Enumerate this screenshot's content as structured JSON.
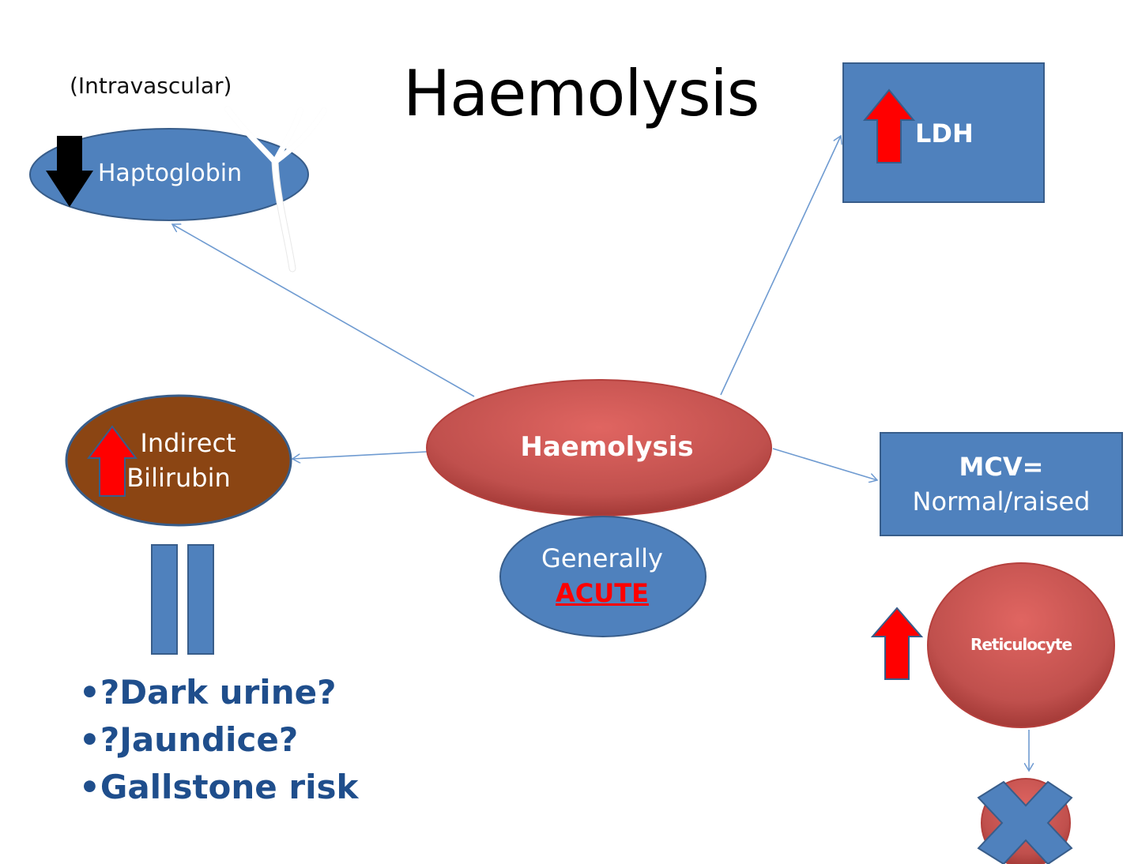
{
  "title": "Haemolysis",
  "intravascular_note": "(Intravascular)",
  "nodes": {
    "center": "Haemolysis",
    "haptoglobin": "Haptoglobin",
    "ldh": "LDH",
    "bilirubin_line1": "Indirect",
    "bilirubin_line2": "Bilirubin",
    "mcv_line1": "MCV=",
    "mcv_line2": "Normal/raised",
    "onset_line1": "Generally",
    "onset_line2": "ACUTE",
    "reticulocyte": "Reticulocyte"
  },
  "consequences": [
    "•?Dark urine?",
    "•?Jaundice?",
    "•Gallstone risk"
  ],
  "colors": {
    "blue": "#4f81bd",
    "red_node": "#c0504d",
    "brown": "#8b4513",
    "arrow_up": "#ff0000",
    "arrow_down": "#000000",
    "bullet_text": "#1f4e8c",
    "acute_text": "#ff0000"
  },
  "icons": [
    "arrow-up-icon",
    "arrow-down-icon",
    "equals-icon",
    "cross-icon",
    "wishbone-icon"
  ]
}
